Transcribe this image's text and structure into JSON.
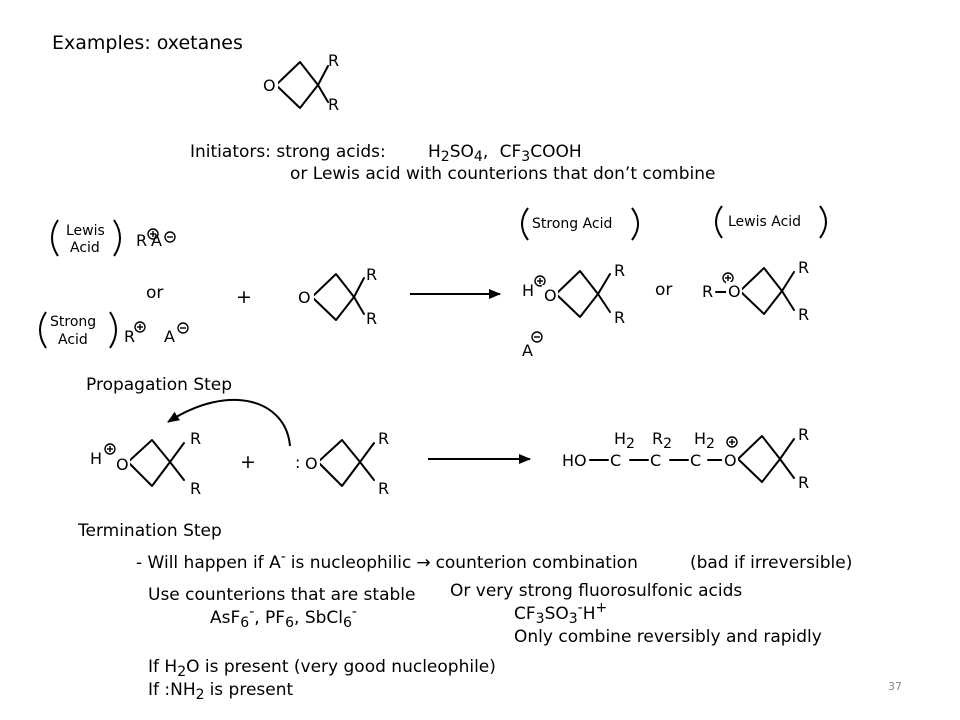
{
  "slide": {
    "title": "Examples: oxetanes",
    "page_number": "37"
  },
  "atoms": {
    "O": "O",
    "R": "R",
    "H": "H",
    "A": "A",
    "C": "C",
    "HO": "HO",
    "lone_pair": ":",
    "dash": "−"
  },
  "initiators": {
    "label": "Initiators: strong acids:",
    "acid1_base": "H",
    "acid1_sub": "2",
    "acid1_mid": "SO",
    "acid1_sub2": "4",
    "comma": ",",
    "acid2_a": "CF",
    "acid2_sub": "3",
    "acid2_b": "COOH",
    "line2": "or Lewis acid with counterions that don’t combine"
  },
  "initiation": {
    "lewis_acid_line1": "Lewis",
    "lewis_acid_line2": "Acid",
    "strong_acid_line1": "Strong",
    "strong_acid_line2": "Acid",
    "or_left": "or",
    "plus": "+",
    "product_label_strong": "Strong Acid",
    "product_label_lewis": "Lewis Acid",
    "or_right": "or"
  },
  "propagation": {
    "label": "Propagation Step",
    "plus": "+",
    "subscript_2": "2"
  },
  "termination": {
    "label": "Termination Step",
    "line1_a": "- Will happen if A",
    "line1_sup": "-",
    "line1_b": "is nucleophilic",
    "line1_arrow": "→",
    "line1_c": "counterion combination",
    "line1_d": "(bad if irreversible)",
    "stable_label": "Use counterions that are stable",
    "stable_list": {
      "as": "AsF",
      "sub6a": "6",
      "supa": "-",
      "sep1": ", PF",
      "sub6b": "6",
      "sep2": ", SbCl",
      "sub6c": "6",
      "supc": "-"
    },
    "fluoro_label": "Or very strong fluorosulfonic acids",
    "fluoro_formula": {
      "a": "CF",
      "sub3": "3",
      "b": "SO",
      "sub3b": "3",
      "sup1": "-",
      "c": "H",
      "sup2": "+"
    },
    "fluoro_note": "Only combine reversibly and rapidly",
    "water_a": "If H",
    "water_sub": "2",
    "water_b": "O is present (very good nucleophile)",
    "amine_a": "If :NH",
    "amine_sub": "2",
    "amine_b": "is present"
  }
}
